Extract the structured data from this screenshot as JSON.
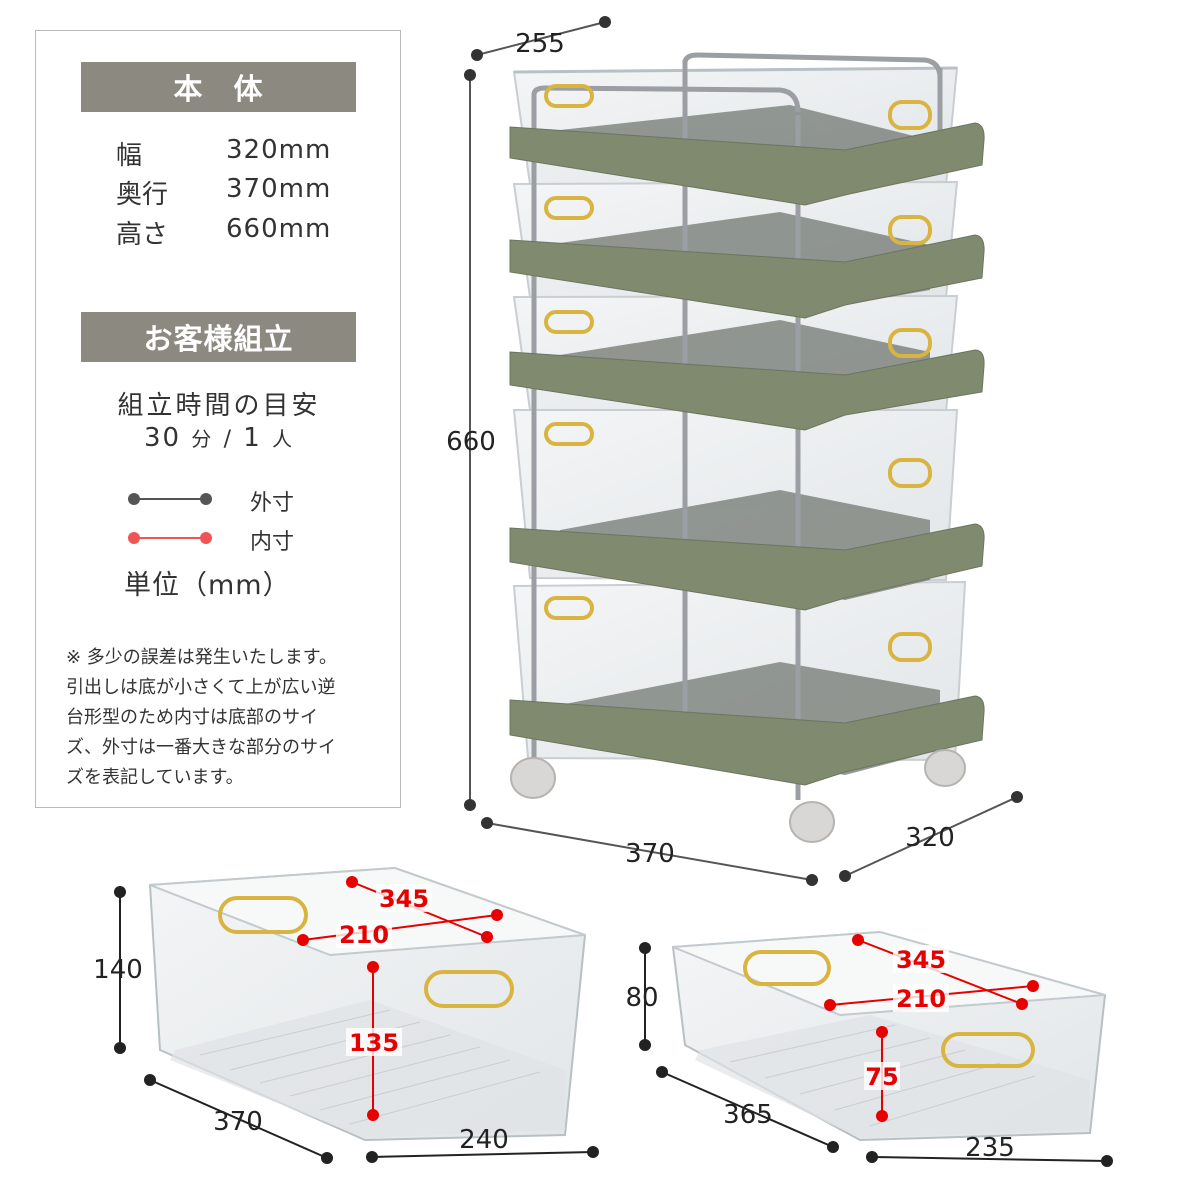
{
  "body_section": {
    "title": "本　体",
    "specs": [
      {
        "label": "幅",
        "value": "320mm"
      },
      {
        "label": "奥行",
        "value": "370mm"
      },
      {
        "label": "高さ",
        "value": "660mm"
      }
    ]
  },
  "assembly_section": {
    "title": "お客様組立",
    "time_label": "組立時間の目安",
    "time_value": "30",
    "time_unit": "分",
    "slash": "/",
    "people_value": "1",
    "people_unit": "人"
  },
  "legend": {
    "outer": {
      "label": "外寸",
      "color": "#555555"
    },
    "inner": {
      "label": "内寸",
      "color": "#f05555"
    },
    "unit_label": "単位（mm）"
  },
  "note_lines": [
    "※ 多少の誤差は発生いたします。",
    "引出しは底が小さくて上が広い逆",
    "台形型のため内寸は底部のサイ",
    "ズ、外寸は一番大きな部分のサイ",
    "ズを表記しています。"
  ],
  "cart_dimensions": {
    "top_depth": "255",
    "height": "660",
    "depth": "370",
    "width": "320"
  },
  "large_box": {
    "inner_length": "345",
    "inner_width": "210",
    "inner_height": "135",
    "outer_height": "140",
    "outer_length": "370",
    "outer_width": "240"
  },
  "small_box": {
    "inner_length": "345",
    "inner_width": "210",
    "inner_height": "75",
    "outer_height": "80",
    "outer_length": "365",
    "outer_width": "235"
  },
  "colors": {
    "header_bg": "#8c8a80",
    "tray_green": "#7f8a6e",
    "inner_red": "#e60000",
    "gold_handle": "#d9b441"
  }
}
